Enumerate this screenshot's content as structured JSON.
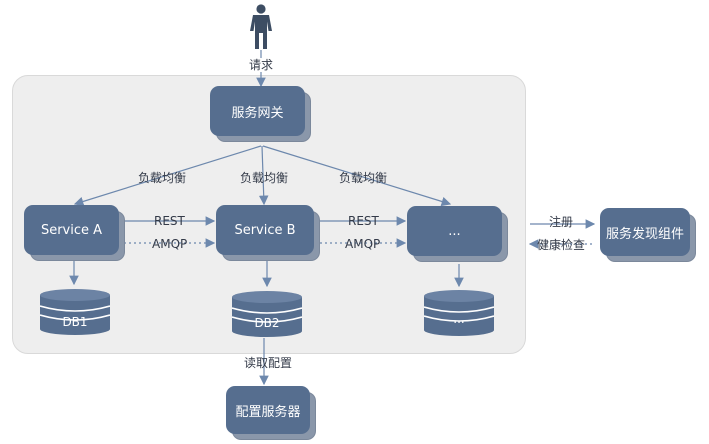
{
  "top_label": "请求",
  "gateway": "服务网关",
  "load_balance": [
    "负载均衡",
    "负载均衡",
    "负载均衡"
  ],
  "services": [
    "Service A",
    "Service B",
    "..."
  ],
  "rest_labels": [
    "REST",
    "REST"
  ],
  "amqp_labels": [
    "AMQP",
    "AMQP"
  ],
  "databases": [
    "DB1",
    "DB2",
    "..."
  ],
  "discovery": {
    "node": "服务发现组件",
    "register": "注册",
    "health": "健康检查"
  },
  "config": {
    "read_label": "读取配置",
    "node": "配置服务器"
  },
  "colors": {
    "node": "#566e8f",
    "node_shadow": "#8a97aa",
    "arrow": "#6d88ad",
    "panel": "#eeeeee",
    "text": "#333a48"
  }
}
